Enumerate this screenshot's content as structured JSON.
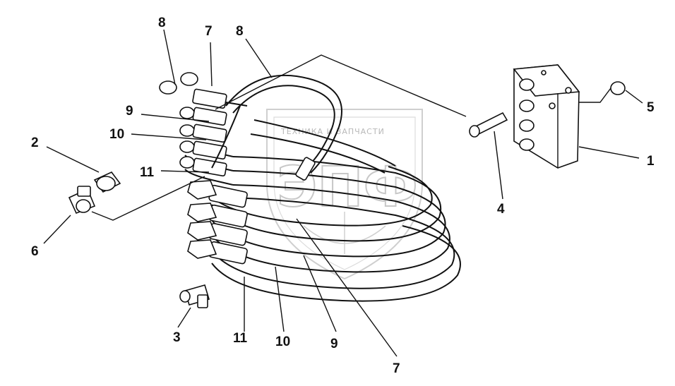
{
  "watermark": {
    "brand_text": "ТЕХНИКА И ЗАПЧАСТИ",
    "logo_letters": "ЭПФ"
  },
  "callouts": [
    {
      "id": "c8a",
      "label": "8"
    },
    {
      "id": "c7a",
      "label": "7"
    },
    {
      "id": "c8b",
      "label": "8"
    },
    {
      "id": "c9a",
      "label": "9"
    },
    {
      "id": "c10a",
      "label": "10"
    },
    {
      "id": "c2",
      "label": "2"
    },
    {
      "id": "c11a",
      "label": "11"
    },
    {
      "id": "c6",
      "label": "6"
    },
    {
      "id": "c3",
      "label": "3"
    },
    {
      "id": "c11b",
      "label": "11"
    },
    {
      "id": "c10b",
      "label": "10"
    },
    {
      "id": "c9b",
      "label": "9"
    },
    {
      "id": "c7b",
      "label": "7"
    },
    {
      "id": "c1",
      "label": "1"
    },
    {
      "id": "c4",
      "label": "4"
    },
    {
      "id": "c5",
      "label": "5"
    }
  ],
  "colors": {
    "line": "#111111",
    "background": "#ffffff",
    "watermark": "#c8c8c8"
  }
}
